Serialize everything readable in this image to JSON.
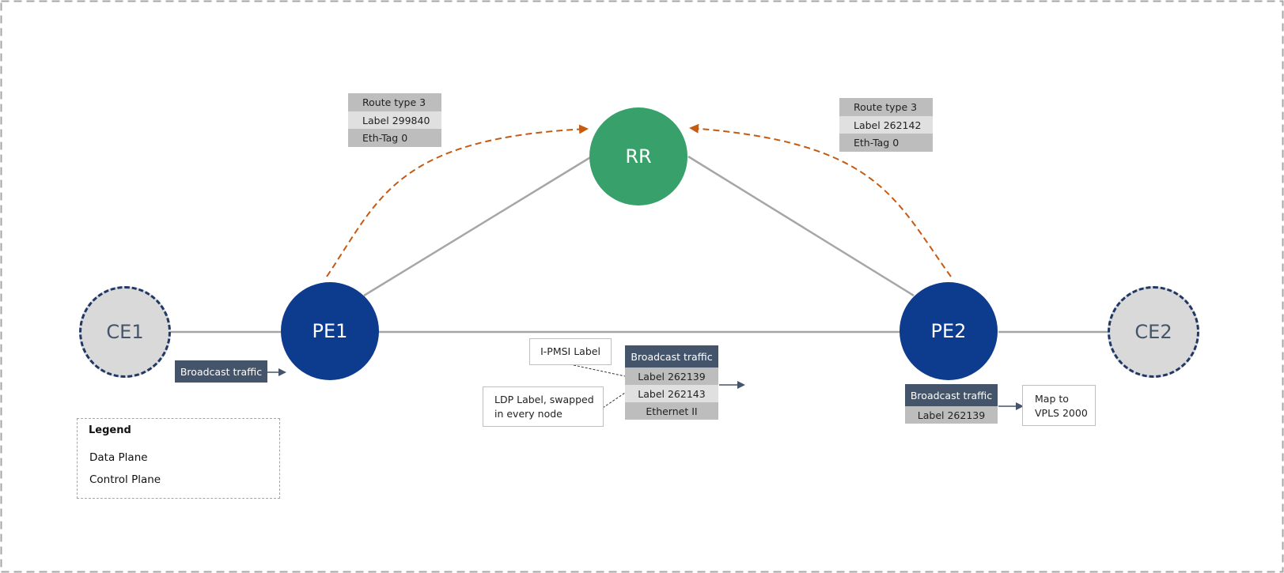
{
  "nodes": {
    "ce1": "CE1",
    "pe1": "PE1",
    "rr": "RR",
    "pe2": "PE2",
    "ce2": "CE2"
  },
  "pe1_advertisement": [
    "Route type 3",
    "Label 299840",
    "Eth-Tag 0"
  ],
  "pe2_advertisement": [
    "Route type 3",
    "Label 262142",
    "Eth-Tag 0"
  ],
  "ce1_traffic": "Broadcast traffic",
  "transit_packet": [
    "Broadcast traffic",
    "Label 262139",
    "Label 262143",
    "Ethernet II"
  ],
  "callouts": {
    "ipmsi": "I-PMSI Label",
    "ldp_line1": "LDP Label, swapped",
    "ldp_line2": "in every node"
  },
  "pe2_packet": [
    "Broadcast traffic",
    "Label 262139"
  ],
  "pe2_action": {
    "line1": "Map to",
    "line2": "VPLS 2000"
  },
  "legend": {
    "title": "Legend",
    "data_plane": "Data Plane",
    "control_plane": "Control Plane"
  },
  "colors": {
    "pe": "#0d3b8e",
    "rr": "#37a06b",
    "ce": "#d9d9d9",
    "data_plane": "#44546a",
    "control_plane": "#c55a11",
    "link": "#a6a6a6"
  }
}
